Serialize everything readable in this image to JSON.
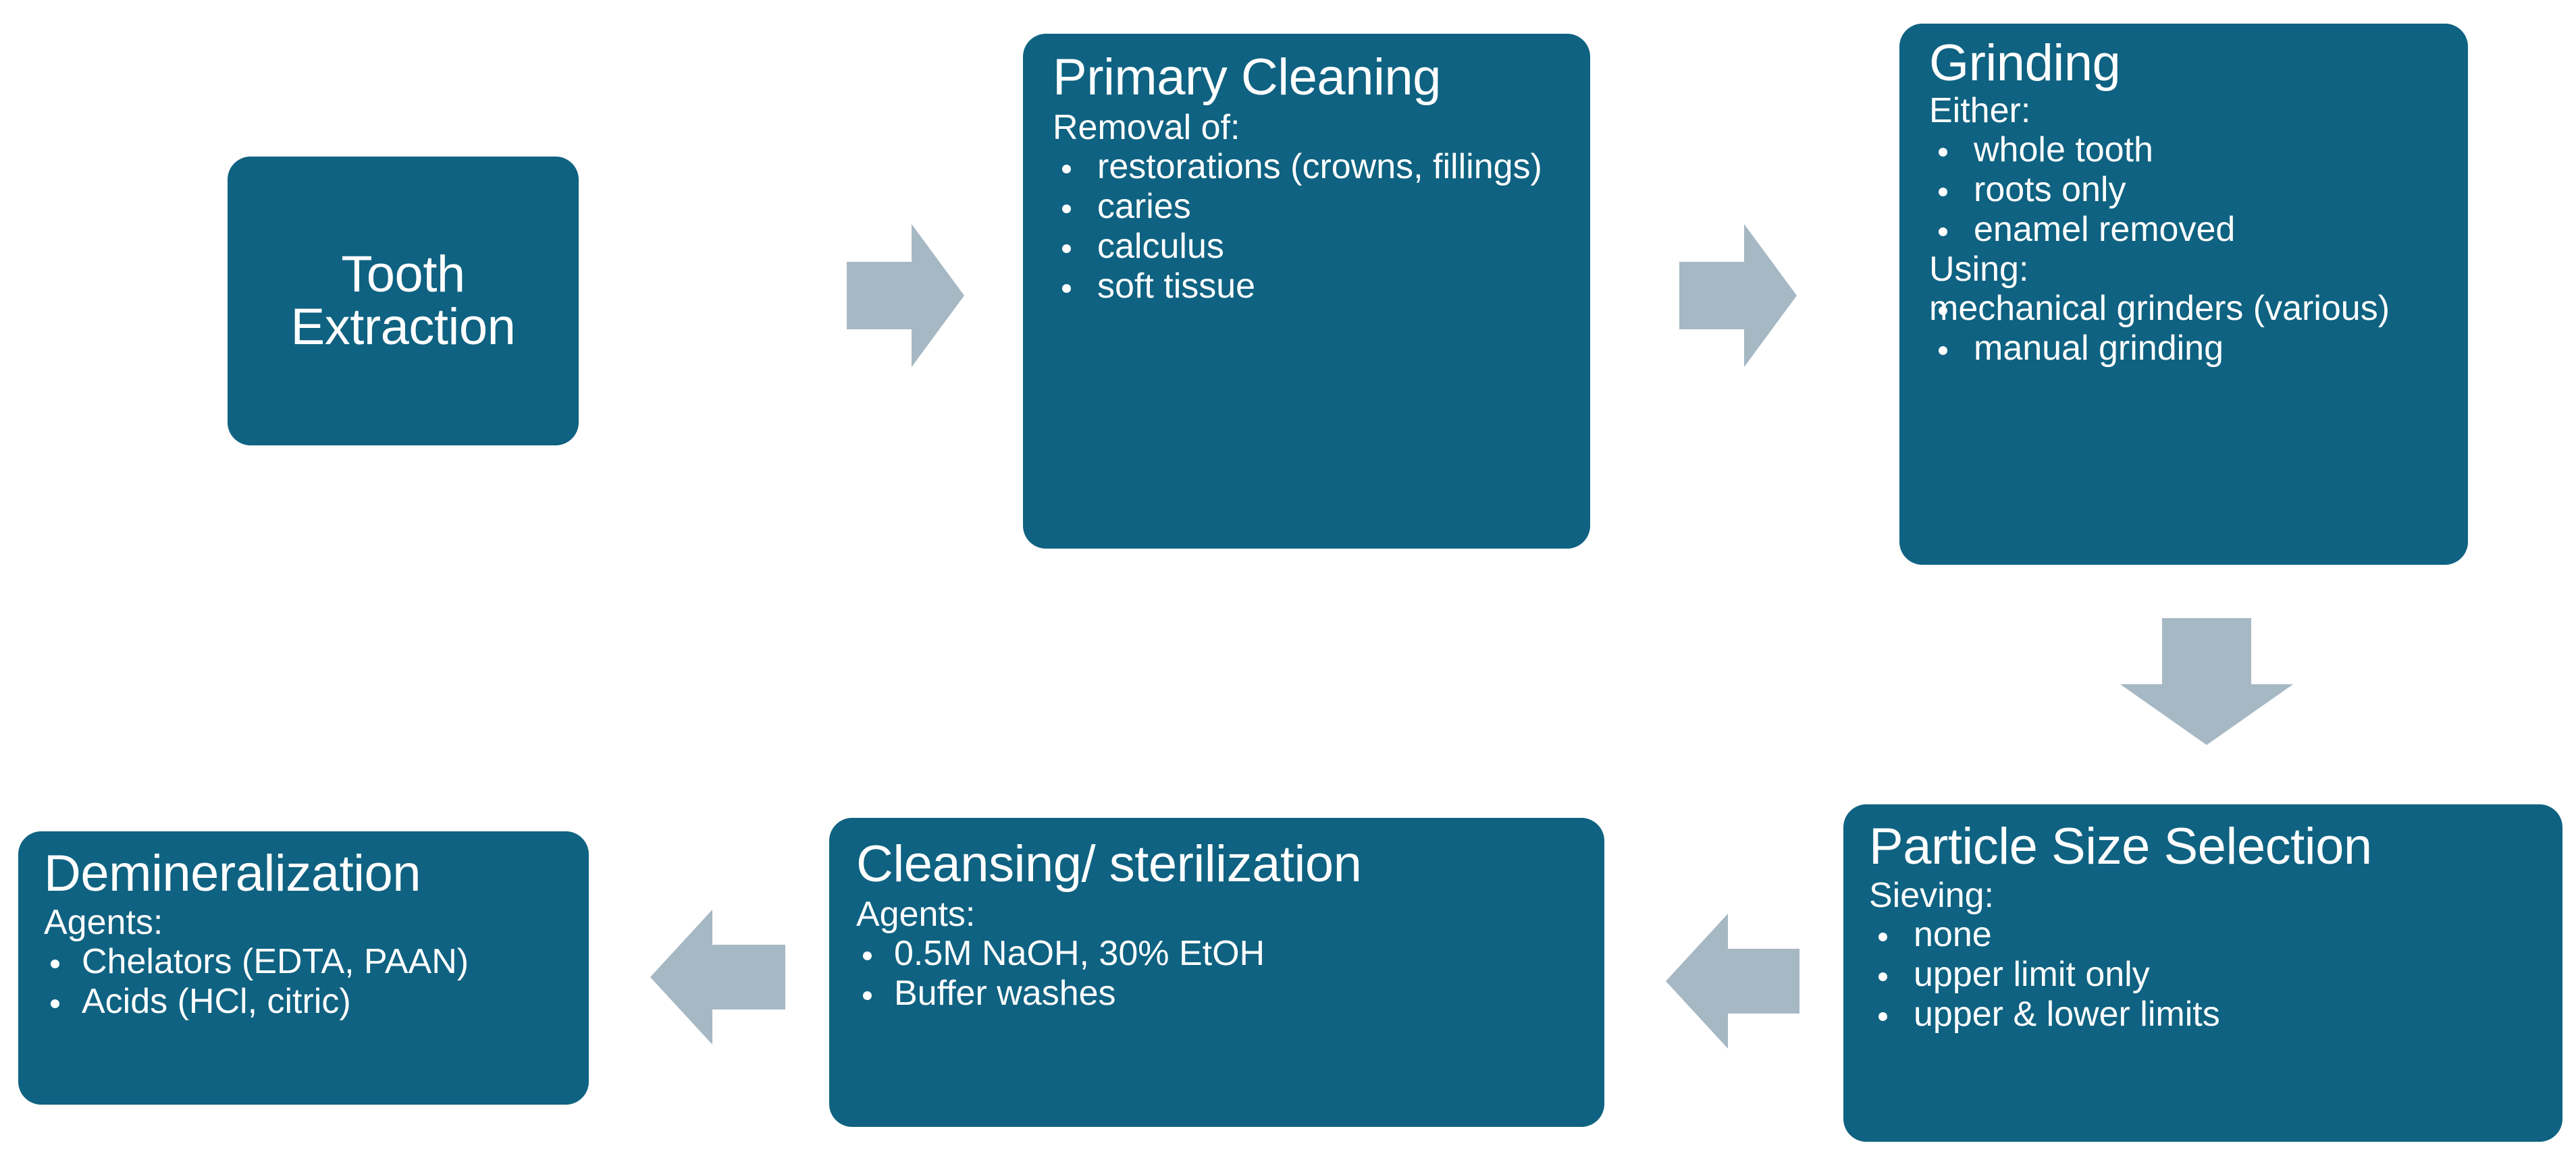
{
  "diagram": {
    "title": "Tooth-derived bone graft material processing workflow",
    "colors": {
      "node_fill": "#0F6281",
      "node_text": "#FFFFFF",
      "arrow_fill": "#A6B8C4",
      "background": "#FFFFFF"
    },
    "nodes": [
      {
        "id": "tooth-extraction",
        "title": "Tooth Extraction",
        "subhead": "",
        "bullets": []
      },
      {
        "id": "primary-cleaning",
        "title": "Primary Cleaning",
        "subhead": "Removal of:",
        "bullets": [
          "restorations (crowns, fillings)",
          "caries",
          "calculus",
          "soft tissue"
        ]
      },
      {
        "id": "grinding",
        "title": "Grinding",
        "subhead": "Either:",
        "bullets": [
          "whole tooth",
          "roots only",
          "enamel removed"
        ],
        "subhead2": "Using:",
        "bullets2": [
          "mechanical grinders (various)",
          "manual grinding"
        ]
      },
      {
        "id": "particle-size-selection",
        "title": "Particle Size Selection",
        "subhead": "Sieving:",
        "bullets": [
          "none",
          "upper limit only",
          "upper & lower limits"
        ]
      },
      {
        "id": "cleansing-sterilization",
        "title": "Cleansing/ sterilization",
        "subhead": "Agents:",
        "bullets": [
          "0.5M NaOH, 30% EtOH",
          "Buffer washes"
        ]
      },
      {
        "id": "demineralization",
        "title": "Demineralization",
        "subhead": "Agents:",
        "bullets": [
          "Chelators (EDTA, PAAN)",
          "Acids (HCl, citric)"
        ]
      }
    ],
    "arrows": [
      {
        "id": "arrow-extraction-to-cleaning",
        "direction": "right"
      },
      {
        "id": "arrow-cleaning-to-grinding",
        "direction": "right"
      },
      {
        "id": "arrow-grinding-to-particle-size",
        "direction": "down"
      },
      {
        "id": "arrow-particle-size-to-cleansing",
        "direction": "left"
      },
      {
        "id": "arrow-cleansing-to-demineralization",
        "direction": "left"
      }
    ]
  }
}
